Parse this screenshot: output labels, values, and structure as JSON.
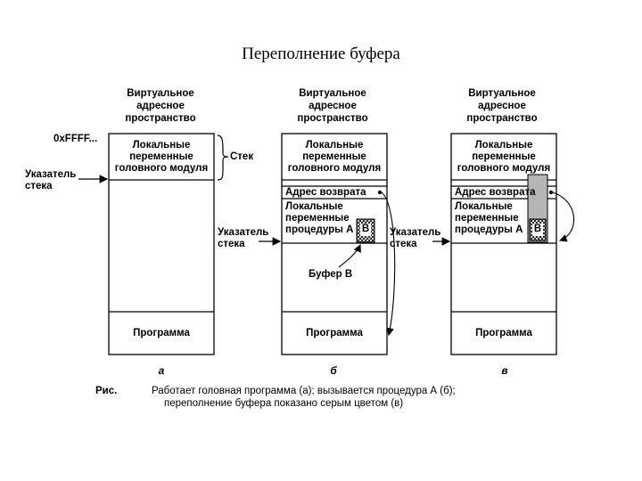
{
  "title": "Переполнение буфера",
  "column_header": "Виртуальное адресное пространство",
  "top_address": "0xFFFF...",
  "stack_label": "Стек",
  "stack_pointer_label": "Указатель стека",
  "main_locals": "Локальные переменные головного модуля",
  "return_address": "Адрес возврата",
  "proc_locals": "Локальные переменные процедуры А",
  "buffer_letter": "B",
  "buffer_label": "Буфер B",
  "program": "Программа",
  "panel_letters": [
    "а",
    "б",
    "в"
  ],
  "caption_prefix": "Рис.",
  "caption_line1": "Работает головная программа (а); вызывается процедура А (б);",
  "caption_line2": "переполнение буфера показано серым цветом (в)",
  "colors": {
    "overflow_gray": "#b5b5b5",
    "line": "#000000"
  }
}
